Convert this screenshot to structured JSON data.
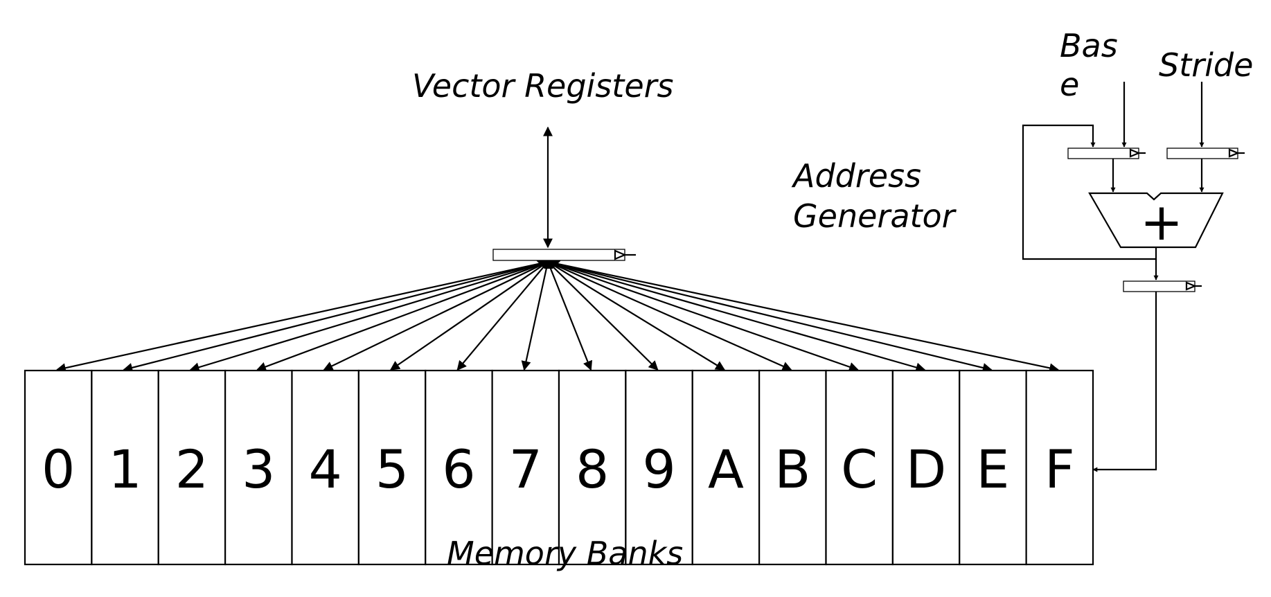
{
  "labels": {
    "vector_registers": "Vector Registers",
    "address_generator_line1": "Address",
    "address_generator_line2": "Generator",
    "base_line1": "Bas",
    "base_line2": "e",
    "stride": "Stride",
    "memory_banks": "Memory Banks",
    "adder_symbol": "+"
  },
  "banks": [
    "0",
    "1",
    "2",
    "3",
    "4",
    "5",
    "6",
    "7",
    "8",
    "9",
    "A",
    "B",
    "C",
    "D",
    "E",
    "F"
  ]
}
